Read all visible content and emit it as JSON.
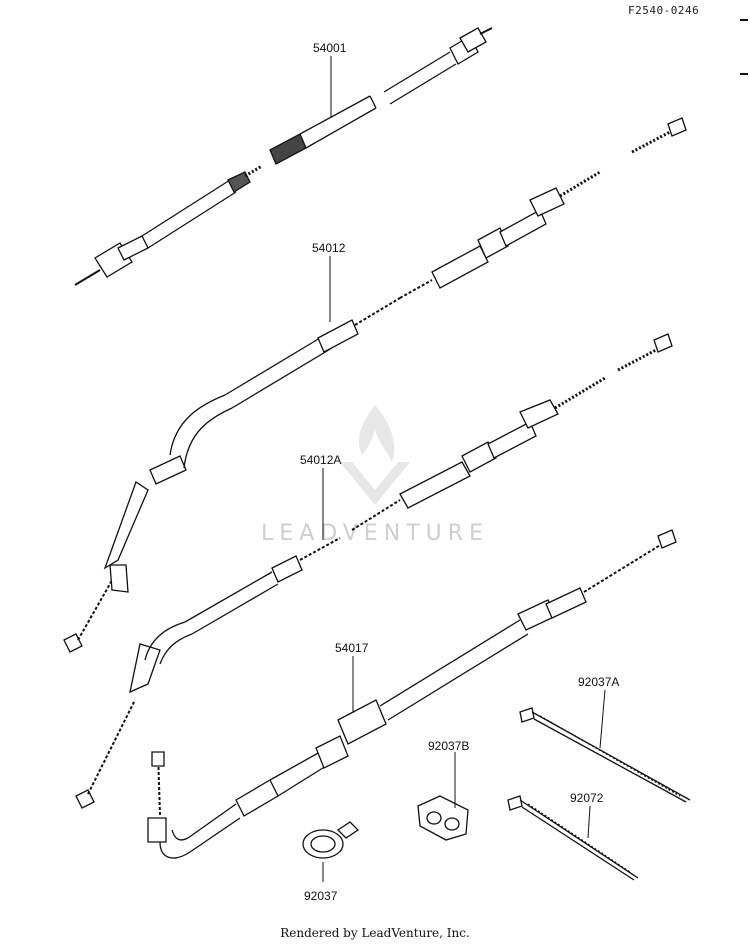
{
  "diagram_code": "F2540-0246",
  "footer": "Rendered by LeadVenture, Inc.",
  "watermark": "LEADVENTURE",
  "parts": [
    {
      "id": "54001"
    },
    {
      "id": "54012"
    },
    {
      "id": "54012A"
    },
    {
      "id": "54017"
    },
    {
      "id": "92037A"
    },
    {
      "id": "92037B"
    },
    {
      "id": "92072"
    },
    {
      "id": "92037"
    }
  ]
}
